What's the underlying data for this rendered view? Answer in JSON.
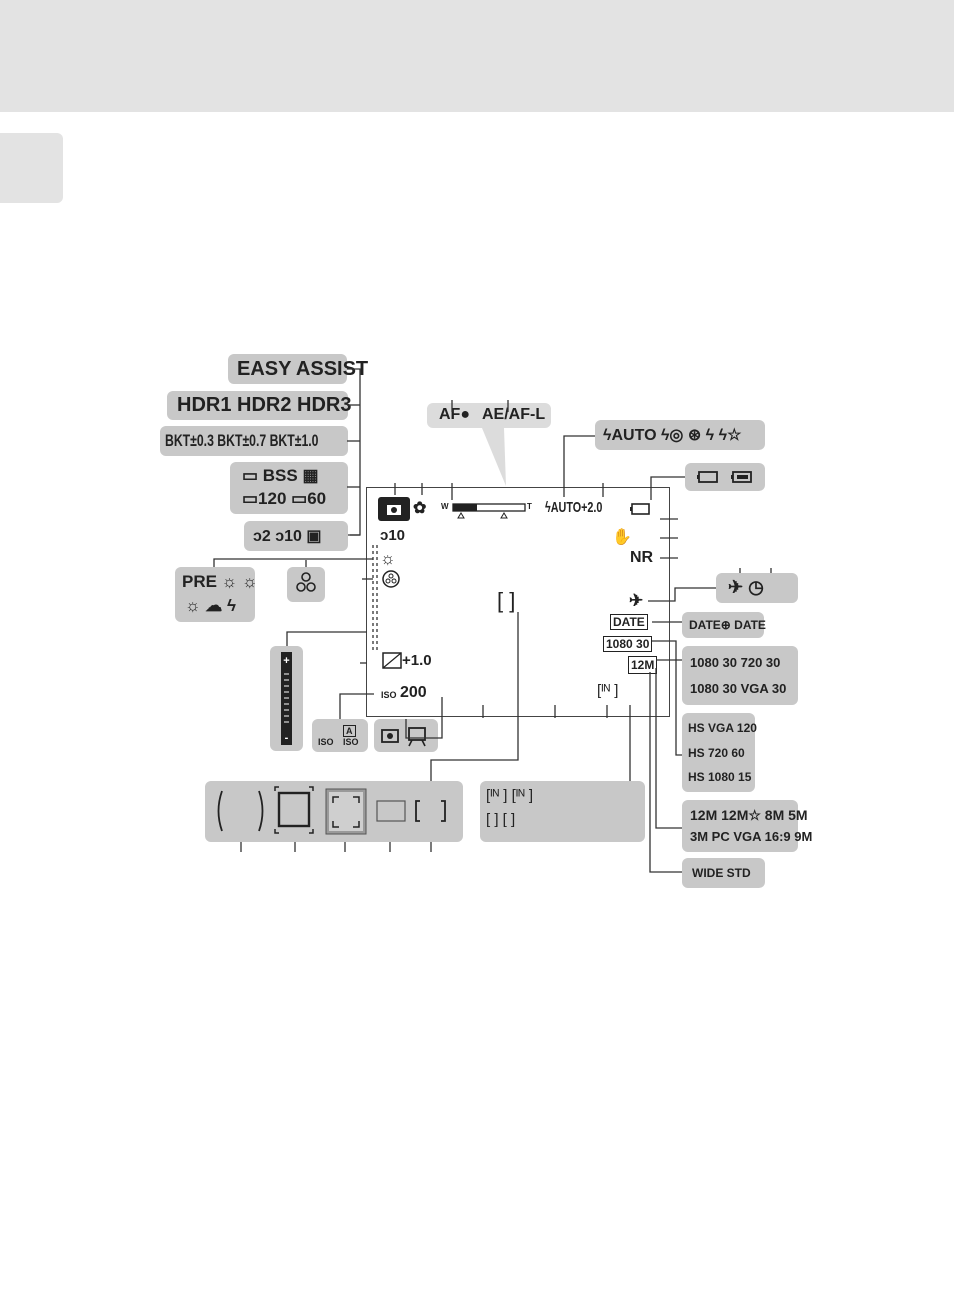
{
  "page": {
    "header_color": "#e3e3e3",
    "panel_color": "#c8c8c8"
  },
  "left": {
    "easy_assist": "EASY  ASSIST",
    "hdr": "HDR1 HDR2 HDR3",
    "bkt": "BKT±0.3 BKT±0.7 BKT±1.0",
    "continuous_top": "▭ BSS ▦",
    "continuous_bottom": "▭120 ▭60",
    "self_timer": "ↄ2 ↄ10 ▣",
    "white_balance_top": "PRE ☼ ☼",
    "white_balance_bottom": "☼ ☁ ϟ",
    "iso_fixed": "ISO",
    "iso_auto": "ISO"
  },
  "top": {
    "af": "AF●",
    "ae_af_lock": "AE/AF-L",
    "flash_modes": "ϟAUTO ϟ◎ ⊛ ϟ ϟ☆",
    "battery": "▭ ▭"
  },
  "screen": {
    "self_timer_value": "ↄ10",
    "flash_value": "ϟAUTO+2.0",
    "exposure_comp": "+1.0",
    "iso_label": "ISO",
    "iso_value": "200",
    "nr": "NR",
    "date_stamp": "DATE",
    "image_size": "12M",
    "zoom_w": "W",
    "zoom_t": "T",
    "memory_bracket": "[ᴵᴺ    ]",
    "focus_bracket": "[    ]"
  },
  "right": {
    "time_zone_icons": "✈ ◷",
    "date_icons": "DATE⊕ DATE",
    "movie_row1": "1080 30  720 30",
    "movie_row2": "1080 30  VGA 30",
    "hs_vga": "HS VGA 120",
    "hs_720": "HS 720 60",
    "hs_1080": "HS 1080 15",
    "image_row1": "12M 12M☆ 8M 5M",
    "image_row2": "3M PC VGA 16:9 9M",
    "panorama": "WIDE STD"
  },
  "bottom": {
    "bracket_a": "[ᴵᴺ    ] [ᴵᴺ          ]",
    "bracket_b": "[        ] [              ]"
  }
}
